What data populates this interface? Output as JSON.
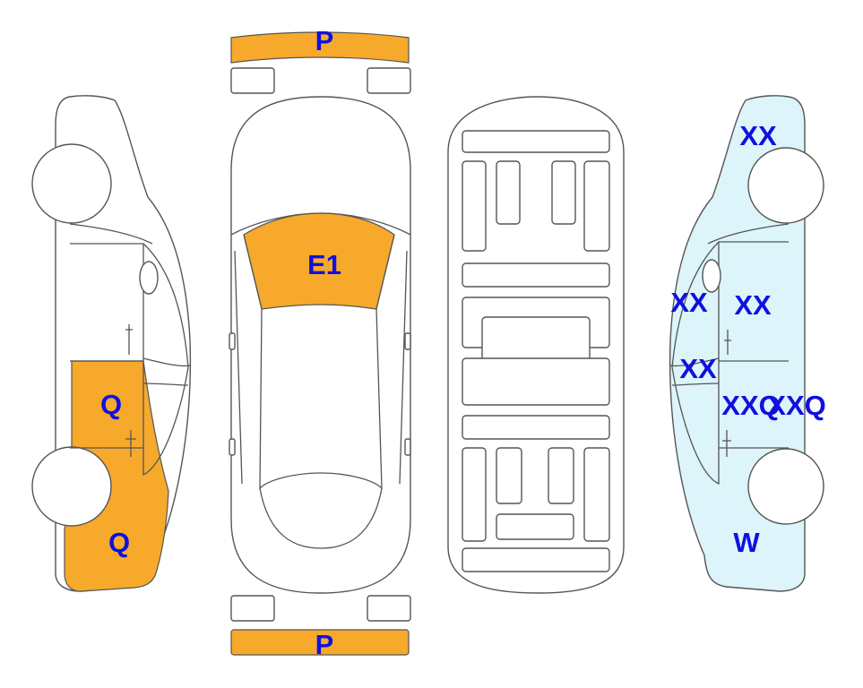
{
  "colors": {
    "damage_fill": "#f7a92c",
    "tint_fill": "#ddf4fb",
    "outline": "#555555",
    "label": "#1010e0"
  },
  "labels": {
    "front_bumper": "P",
    "rear_bumper": "P",
    "roof": "E1",
    "left_front_door": "Q",
    "left_front_fender": "Q",
    "right_rear_quarter_top": "XX",
    "right_pillar": "XX",
    "right_rear_door": "XX",
    "right_front_window": "XX",
    "right_front_door_a": "XXQ",
    "right_front_door_b": "XXQ",
    "right_front_fender": "W"
  }
}
